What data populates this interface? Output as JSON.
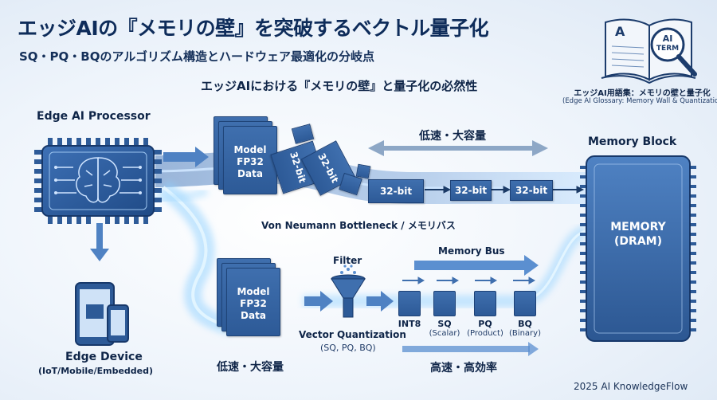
{
  "title": "エッジAIの『メモリの壁』を突破するベクトル量子化",
  "subtitle": "SQ・PQ・BQのアルゴリズム構造とハードウェア最適化の分岐点",
  "section_heading": "エッジAIにおける『メモリの壁』と量子化の必然性",
  "glossary": {
    "book_letter": "A",
    "badge_line1": "AI",
    "badge_line2": "TERM",
    "title": "エッジAI用語集：メモリの壁と量子化",
    "subtitle": "(Edge AI Glossary: Memory Wall & Quantization)"
  },
  "processor_label": "Edge AI Processor",
  "device": {
    "label": "Edge Device",
    "sub": "(IoT/Mobile/Embedded)"
  },
  "top_path": {
    "doc_lines": [
      "Model",
      "FP32",
      "Data"
    ],
    "chunk_label": "32-bit",
    "speed_label": "低速・大容量",
    "bottleneck": "Von Neumann Bottleneck / メモリバス"
  },
  "memory": {
    "block_label": "Memory Block",
    "line1": "MEMORY",
    "line2": "(DRAM)"
  },
  "bottom_path": {
    "doc_lines": [
      "Model",
      "FP32",
      "Data"
    ],
    "speed_label": "低速・大容量",
    "filter_label": "Filter",
    "vq_label": "Vector Quantization",
    "vq_sub": "(SQ, PQ, BQ)",
    "bus_label": "Memory Bus",
    "outputs": [
      {
        "label": "INT8",
        "sub": ""
      },
      {
        "label": "SQ",
        "sub": "(Scalar)"
      },
      {
        "label": "PQ",
        "sub": "(Product)"
      },
      {
        "label": "BQ",
        "sub": "(Binary)"
      }
    ],
    "result_label": "高速・高効率"
  },
  "footer": "2025 AI KnowledgeFlow",
  "colors": {
    "navy": "#0e2c5a",
    "block": "#2d5a97",
    "glow": "#8fd0ff"
  }
}
